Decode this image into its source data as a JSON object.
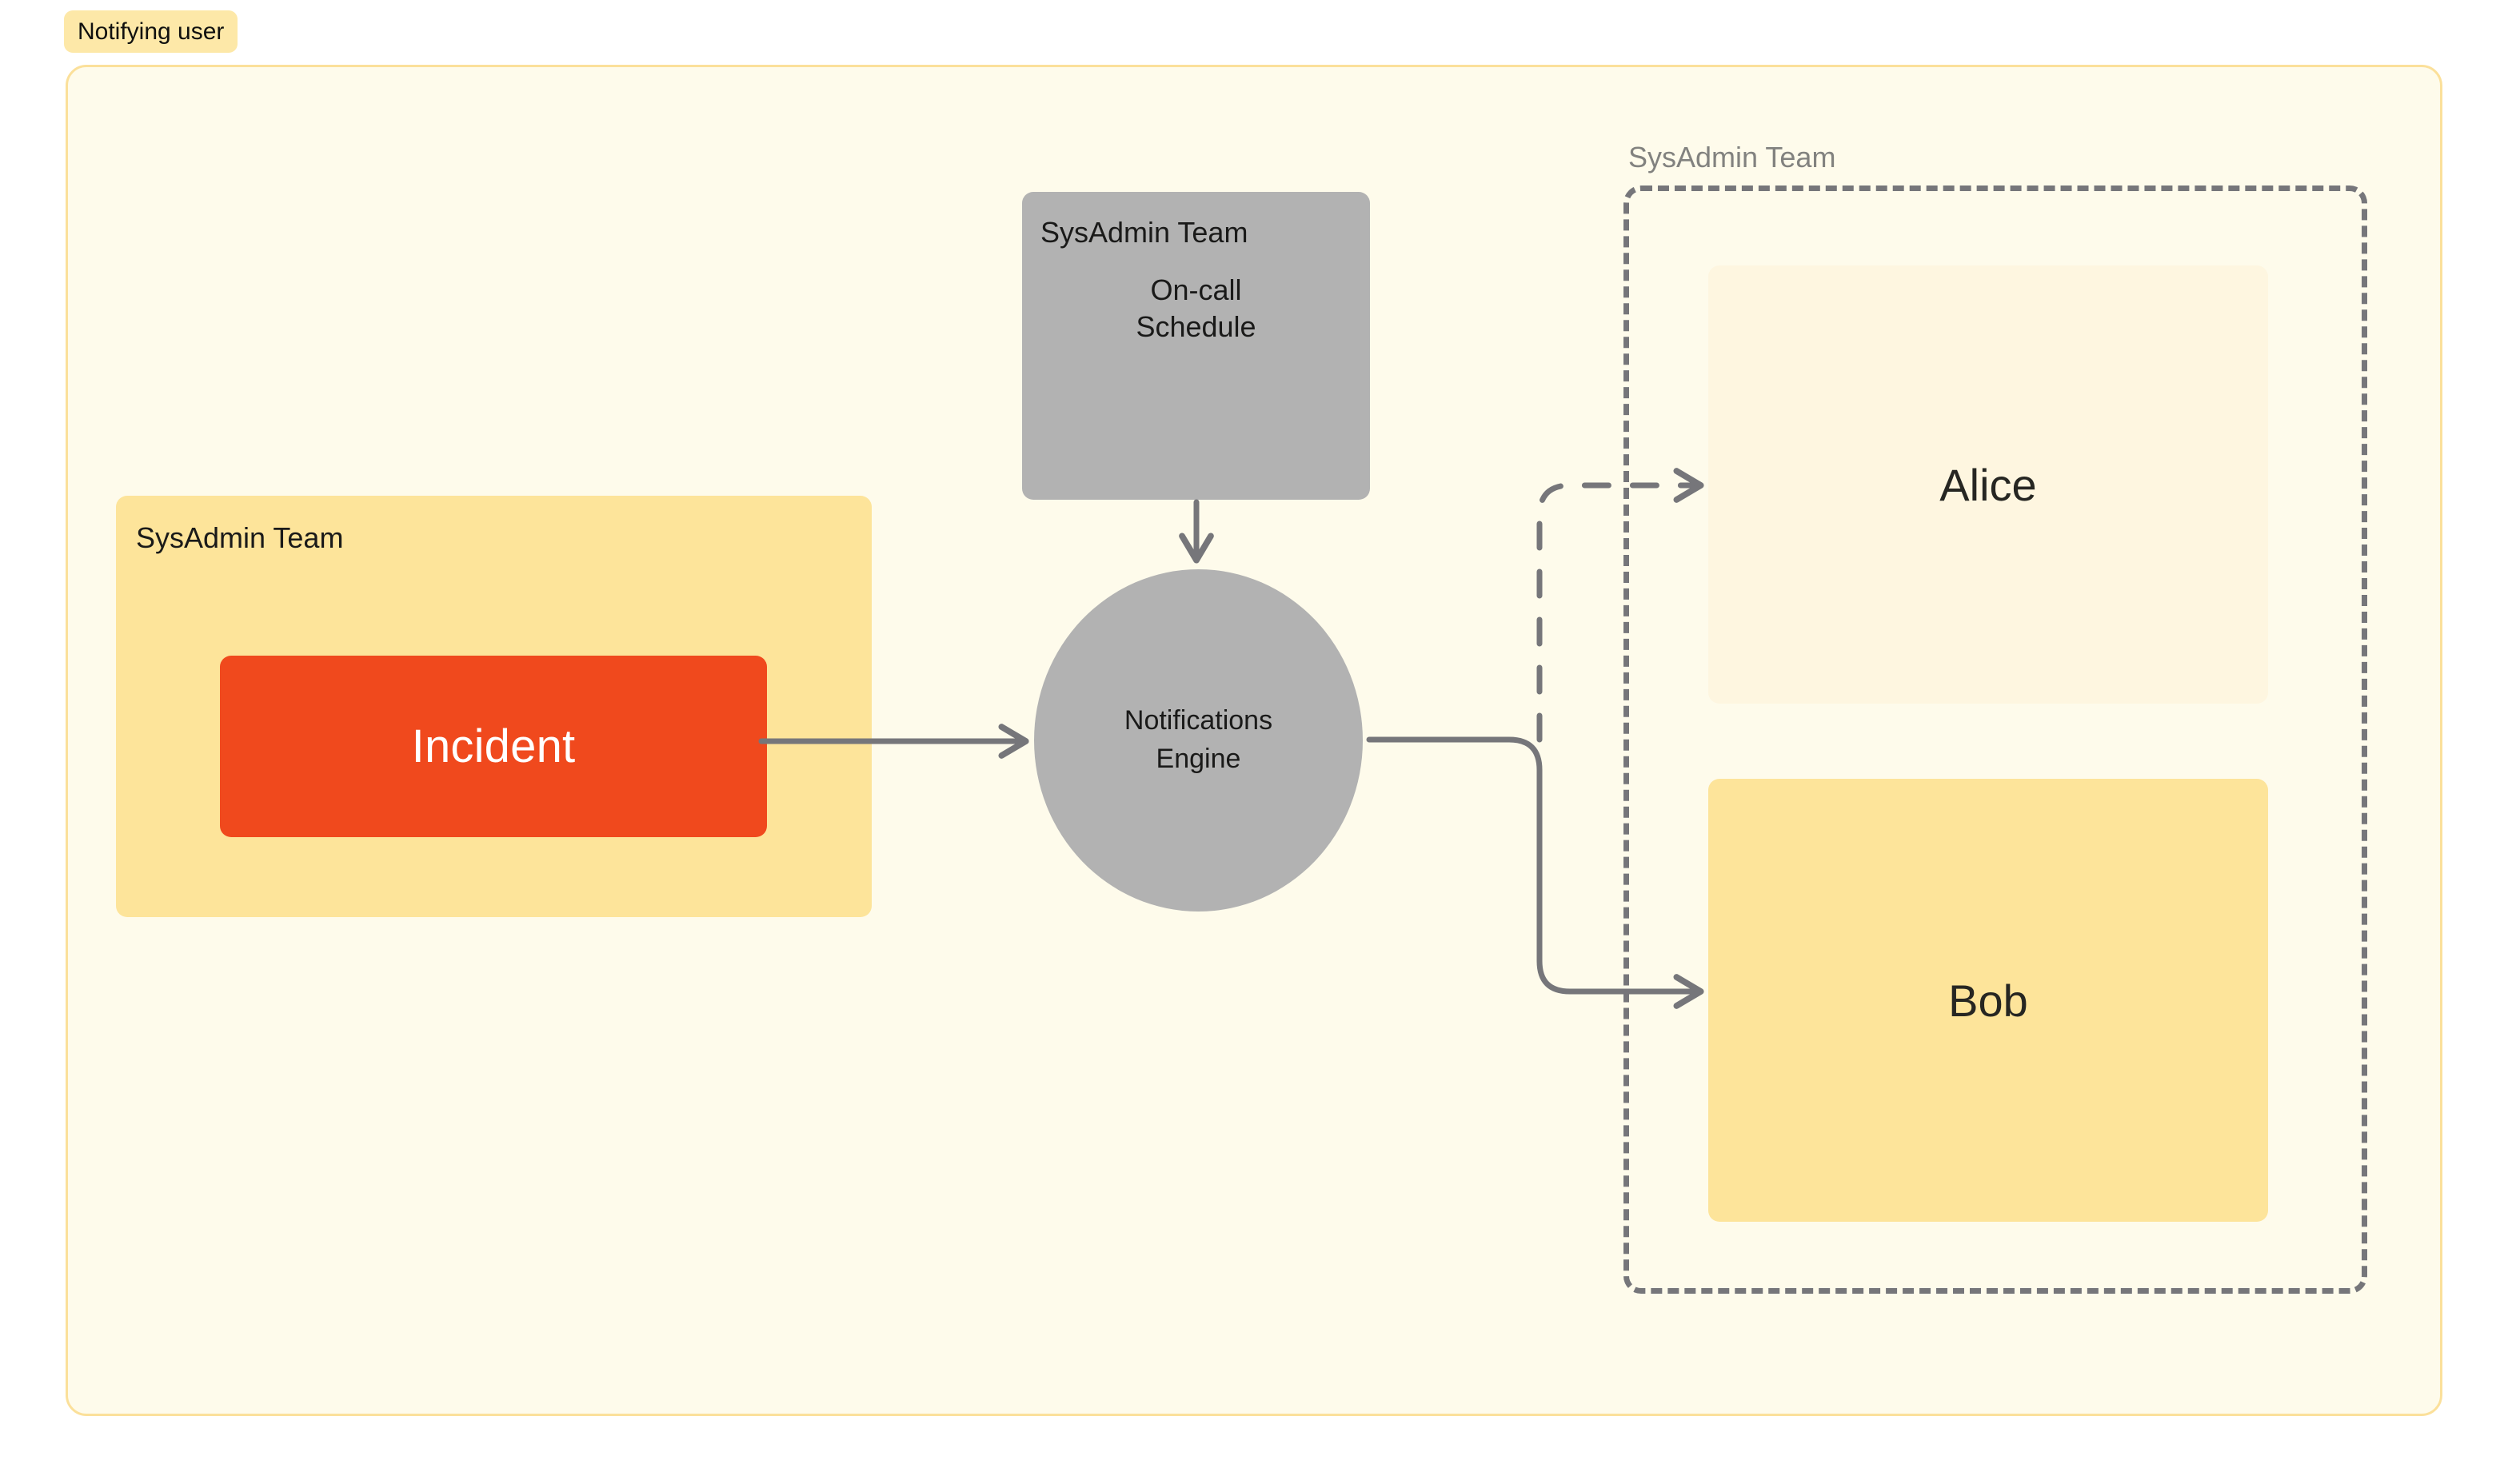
{
  "status": {
    "badge_label": "Notifying user"
  },
  "colors": {
    "page_background": "#ffffff",
    "frame_background": "#fefbeb",
    "frame_border": "#fbe09a",
    "badge_background": "#fde8a8",
    "group_yellow": "#fde49a",
    "incident_red": "#f0491d",
    "node_gray": "#b2b2b2",
    "alice_cream": "#fef6e0",
    "edge_gray": "#76767a",
    "group_label_gray": "#82827f",
    "text_dark": "#1a1a19",
    "text_white": "#ffffff"
  },
  "diagram": {
    "type": "flow",
    "groups": [
      {
        "id": "sysadmin-left",
        "label": "SysAdmin Team",
        "style": "solid-filled"
      },
      {
        "id": "sysadmin-right",
        "label": "SysAdmin Team",
        "style": "dashed-outline"
      }
    ],
    "nodes": [
      {
        "id": "incident",
        "label": "Incident",
        "shape": "rounded-rect",
        "fill": "#f0491d",
        "group": "sysadmin-left"
      },
      {
        "id": "oncall-schedule",
        "team_label": "SysAdmin Team",
        "title_line_1": "On-call",
        "title_line_2": "Schedule",
        "shape": "rounded-rect",
        "fill": "#b2b2b2"
      },
      {
        "id": "notifications-engine",
        "label_line_1": "Notifications",
        "label_line_2": "Engine",
        "shape": "circle",
        "fill": "#b2b2b2"
      },
      {
        "id": "alice",
        "label": "Alice",
        "shape": "rounded-rect",
        "fill": "#fef6e0",
        "group": "sysadmin-right"
      },
      {
        "id": "bob",
        "label": "Bob",
        "shape": "rounded-rect",
        "fill": "#fde49a",
        "group": "sysadmin-right"
      }
    ],
    "edges": [
      {
        "id": "incident-to-engine",
        "from": "incident",
        "to": "notifications-engine",
        "style": "solid",
        "arrow": "end"
      },
      {
        "id": "oncall-to-engine",
        "from": "oncall-schedule",
        "to": "notifications-engine",
        "style": "solid",
        "arrow": "end"
      },
      {
        "id": "engine-to-alice",
        "from": "notifications-engine",
        "to": "alice",
        "style": "dashed",
        "arrow": "end"
      },
      {
        "id": "engine-to-bob",
        "from": "notifications-engine",
        "to": "bob",
        "style": "solid",
        "arrow": "end"
      }
    ]
  }
}
